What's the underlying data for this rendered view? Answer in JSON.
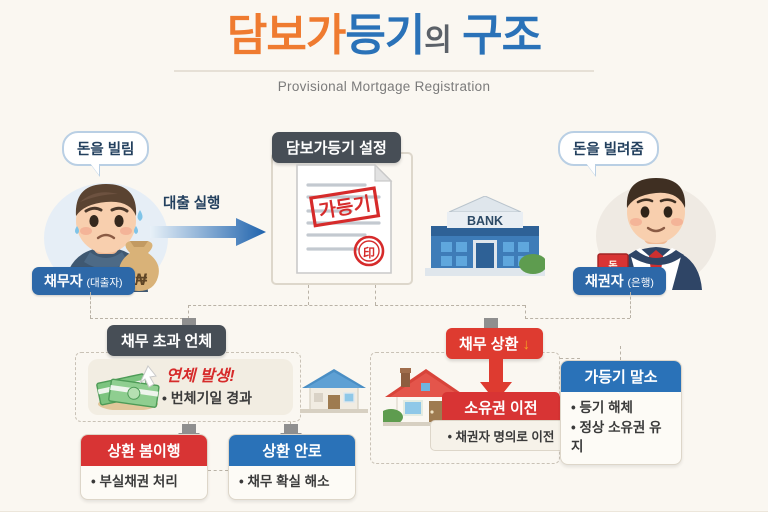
{
  "header": {
    "title_part1": "담보가",
    "title_part2": "등기",
    "title_part3": "의",
    "title_part4": "구조",
    "subtitle": "Provisional Mortgage Registration"
  },
  "left_actor": {
    "bubble": "돈을 빌림",
    "label_main": "채무자",
    "label_sub": "(대출자)",
    "icon": "worried-man-with-money-bag-icon"
  },
  "flow_arrow": {
    "label": "대출 실행",
    "icon": "blue-gradient-right-arrow-icon"
  },
  "center_panel": {
    "header": "담보가등기 설정",
    "document": {
      "stamp_text": "가등기",
      "seal_icon": "red-round-seal-icon",
      "icon": "contract-document-icon"
    }
  },
  "bank": {
    "sign": "BANK",
    "icon": "bank-building-icon"
  },
  "right_actor": {
    "bubble": "돈을 빌려줌",
    "label_main": "채권자",
    "label_sub": "(은행)",
    "card_text": "돈",
    "icon": "businessman-holding-card-icon"
  },
  "branch_default": {
    "header": "채무 초과 언체",
    "alert_title": "연체 발생!",
    "alert_bullet": "• 번체기일 경과",
    "money_icon": "cash-bundle-icon",
    "house_icon": "blue-roof-house-icon",
    "outcomes": [
      {
        "title": "상환 봄이행",
        "bullet": "• 부실채권 처리",
        "color": "red"
      },
      {
        "title": "상환 안로",
        "bullet": "• 채무 확실 해소",
        "color": "blue"
      }
    ]
  },
  "branch_repay": {
    "banner": "채무 상환",
    "banner_icon": "down-arrow-icon",
    "house_icon": "red-roof-house-icon",
    "transfer": {
      "title": "소유권 이전",
      "bullet": "• 채권자 명의로 이전"
    },
    "cancel": {
      "title": "가등기 말소",
      "bullets": [
        "• 등기 해체",
        "• 정상 소유권 유지"
      ]
    }
  },
  "colors": {
    "orange": "#ef7b30",
    "blue": "#2a72b8",
    "red": "#d83434",
    "dark": "#474e56",
    "background": "#faf7f1"
  }
}
